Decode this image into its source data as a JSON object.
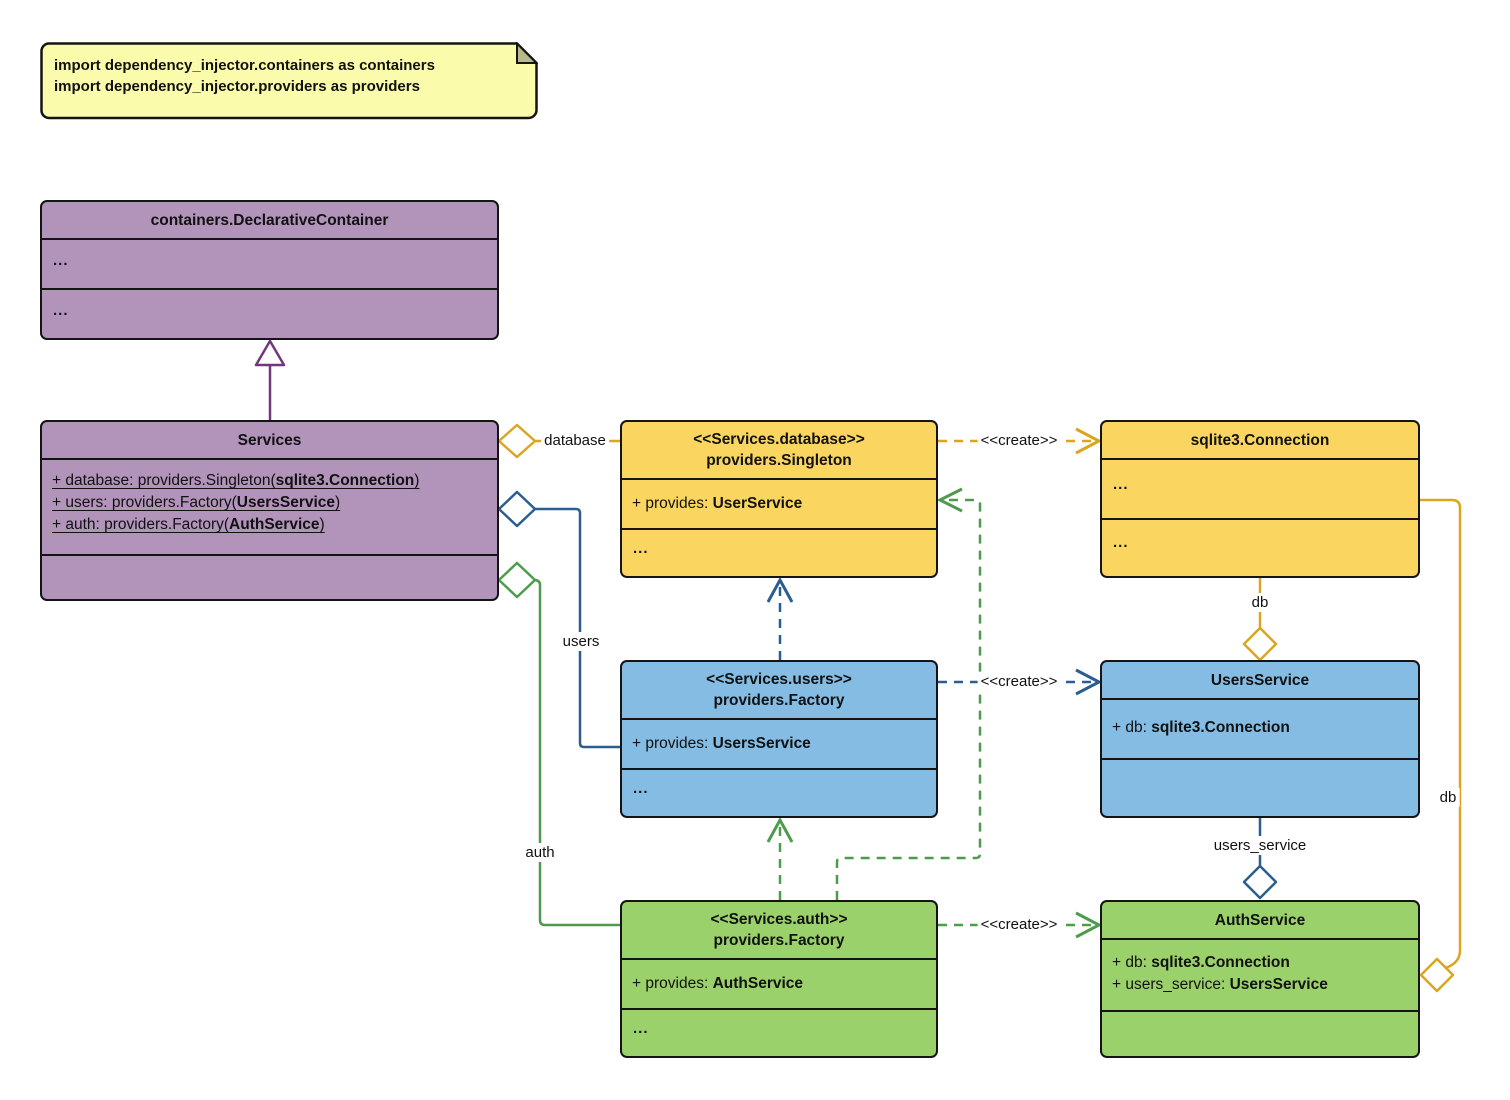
{
  "note": {
    "lines": [
      "import dependency_injector.containers as containers",
      "import dependency_injector.providers as providers"
    ]
  },
  "colors": {
    "purple_fill": "#B294BB",
    "yellow_fill": "#FAD660",
    "blue_fill": "#85BCE3",
    "green_fill": "#9BD16A",
    "purple_line": "#73377B",
    "yellow_line": "#DAA520",
    "blue_line": "#2A5E8F",
    "green_line": "#4E9B4E",
    "note_fill": "#FBFBAC"
  },
  "classes": {
    "declarative_container": {
      "title": "containers.DeclarativeContainer",
      "fields_placeholder": "...",
      "methods_placeholder": "..."
    },
    "services": {
      "title": "Services",
      "attributes": [
        {
          "prefix": "+ database: providers.Singleton(",
          "bold": "sqlite3.Connection",
          "suffix": ")"
        },
        {
          "prefix": "+ users: providers.Factory(",
          "bold": "UsersService",
          "suffix": ")"
        },
        {
          "prefix": "+ auth: providers.Factory(",
          "bold": "AuthService",
          "suffix": ")"
        }
      ]
    },
    "database_singleton": {
      "stereotype": "<<Services.database>>",
      "title": "providers.Singleton",
      "provides": {
        "prefix": "+ provides: ",
        "bold": "UserService",
        "suffix": ""
      },
      "methods_placeholder": "..."
    },
    "sqlite_connection": {
      "title": "sqlite3.Connection",
      "fields_placeholder": "...",
      "methods_placeholder": "..."
    },
    "users_factory": {
      "stereotype": "<<Services.users>>",
      "title": "providers.Factory",
      "provides": {
        "prefix": "+ provides: ",
        "bold": "UsersService",
        "suffix": ""
      },
      "methods_placeholder": "..."
    },
    "users_service": {
      "title": "UsersService",
      "attributes": [
        {
          "prefix": "+ db: ",
          "bold": "sqlite3.Connection",
          "suffix": ""
        }
      ]
    },
    "auth_factory": {
      "stereotype": "<<Services.auth>>",
      "title": "providers.Factory",
      "provides": {
        "prefix": "+ provides: ",
        "bold": "AuthService",
        "suffix": ""
      },
      "methods_placeholder": "..."
    },
    "auth_service": {
      "title": "AuthService",
      "attributes": [
        {
          "prefix": "+ db: ",
          "bold": "sqlite3.Connection",
          "suffix": ""
        },
        {
          "prefix": "+ users_service: ",
          "bold": "UsersService",
          "suffix": ""
        }
      ]
    }
  },
  "edge_labels": {
    "database": "database",
    "users": "users",
    "auth": "auth",
    "create_database": "<<create>>",
    "create_users": "<<create>>",
    "create_auth": "<<create>>",
    "db_to_users_service": "db",
    "users_service": "users_service",
    "db_to_auth_service": "db"
  }
}
